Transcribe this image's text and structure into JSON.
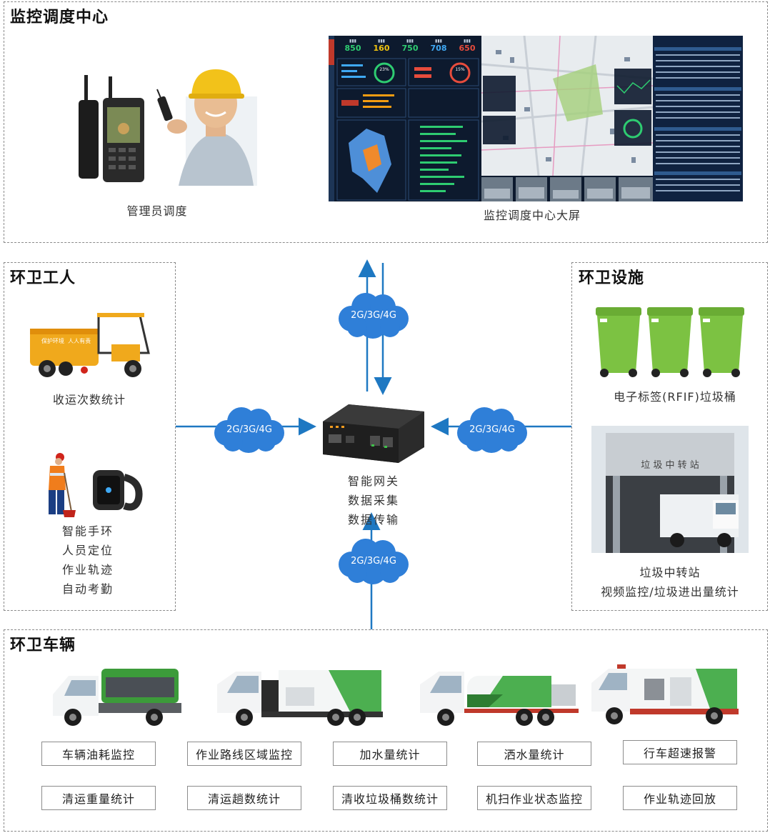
{
  "sections": {
    "control_center": {
      "title": "监控调度中心",
      "admin_caption": "管理员调度",
      "screen_caption": "监控调度中心大屏",
      "dashboard_kpis": [
        {
          "value": "850",
          "color": "#2ecc71"
        },
        {
          "value": "160",
          "color": "#f1c40f"
        },
        {
          "value": "750",
          "color": "#2ecc71"
        },
        {
          "value": "708",
          "color": "#3fa9f5"
        },
        {
          "value": "650",
          "color": "#e74c3c"
        }
      ],
      "dashboard_gauges": [
        "23%",
        "15%"
      ]
    },
    "workers": {
      "title": "环卫工人",
      "tricycle_caption": "收运次数统计",
      "tricycle_text": "保护环境  人人有责",
      "band_lines": [
        "智能手环",
        "人员定位",
        "作业轨迹",
        "自动考勤"
      ]
    },
    "facilities": {
      "title": "环卫设施",
      "bins_caption": "电子标签(RFIF)垃圾桶",
      "station_sign": "垃 圾 中 转 站",
      "station_lines": [
        "垃圾中转站",
        "视频监控/垃圾进出量统计"
      ]
    },
    "gateway": {
      "lines": [
        "智能网关",
        "数据采集",
        "数据传输"
      ]
    },
    "network_label": "2G/3G/4G",
    "vehicles": {
      "title": "环卫车辆",
      "functions": [
        "车辆油耗监控",
        "作业路线区域监控",
        "加水量统计",
        "洒水量统计",
        "行车超速报警",
        "清运重量统计",
        "清运趟数统计",
        "清收垃圾桶数统计",
        "机扫作业状态监控",
        "作业轨迹回放"
      ]
    },
    "colors": {
      "arrow": "#1e78c2",
      "cloud": "#2f7fd8",
      "bin_green": "#7cc242",
      "vehicle_green": "#4caf50"
    }
  }
}
